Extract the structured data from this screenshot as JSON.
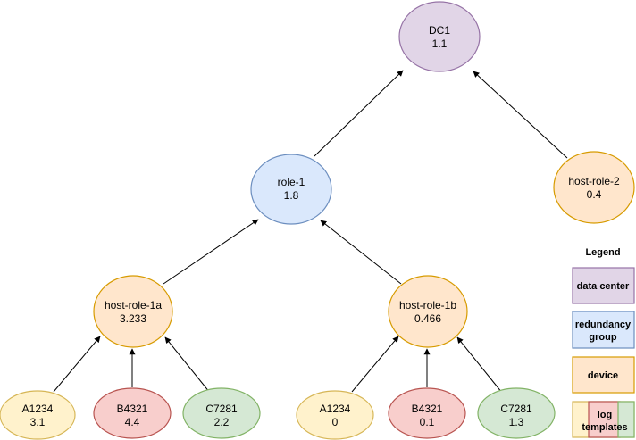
{
  "colors": {
    "purple_fill": "#e1d5e7",
    "purple_stroke": "#9673a6",
    "blue_fill": "#dae8fc",
    "blue_stroke": "#6c8ebf",
    "orange_fill": "#ffe6cc",
    "orange_stroke": "#d79b00",
    "red_fill": "#f8cecc",
    "red_stroke": "#b85450",
    "green_fill": "#d5e8d4",
    "green_stroke": "#82b366",
    "yellow_fill": "#fff2cc",
    "yellow_stroke": "#d6b656"
  },
  "nodes": {
    "dc1": {
      "name": "DC1",
      "value": "1.1"
    },
    "role1": {
      "name": "role-1",
      "value": "1.8"
    },
    "host_role_2": {
      "name": "host-role-2",
      "value": "0.4"
    },
    "host_role_1a": {
      "name": "host-role-1a",
      "value": "3.233"
    },
    "host_role_1b": {
      "name": "host-role-1b",
      "value": "0.466"
    },
    "a1234_left": {
      "name": "A1234",
      "value": "3.1"
    },
    "b4321_left": {
      "name": "B4321",
      "value": "4.4"
    },
    "c7281_left": {
      "name": "C7281",
      "value": "2.2"
    },
    "a1234_right": {
      "name": "A1234",
      "value": "0"
    },
    "b4321_right": {
      "name": "B4321",
      "value": "0.1"
    },
    "c7281_right": {
      "name": "C7281",
      "value": "1.3"
    }
  },
  "legend": {
    "title": "Legend",
    "data_center": "data center",
    "redundancy_group_line1": "redundancy",
    "redundancy_group_line2": "group",
    "device": "device",
    "log_templates_line1": "log",
    "log_templates_line2": "templates"
  }
}
